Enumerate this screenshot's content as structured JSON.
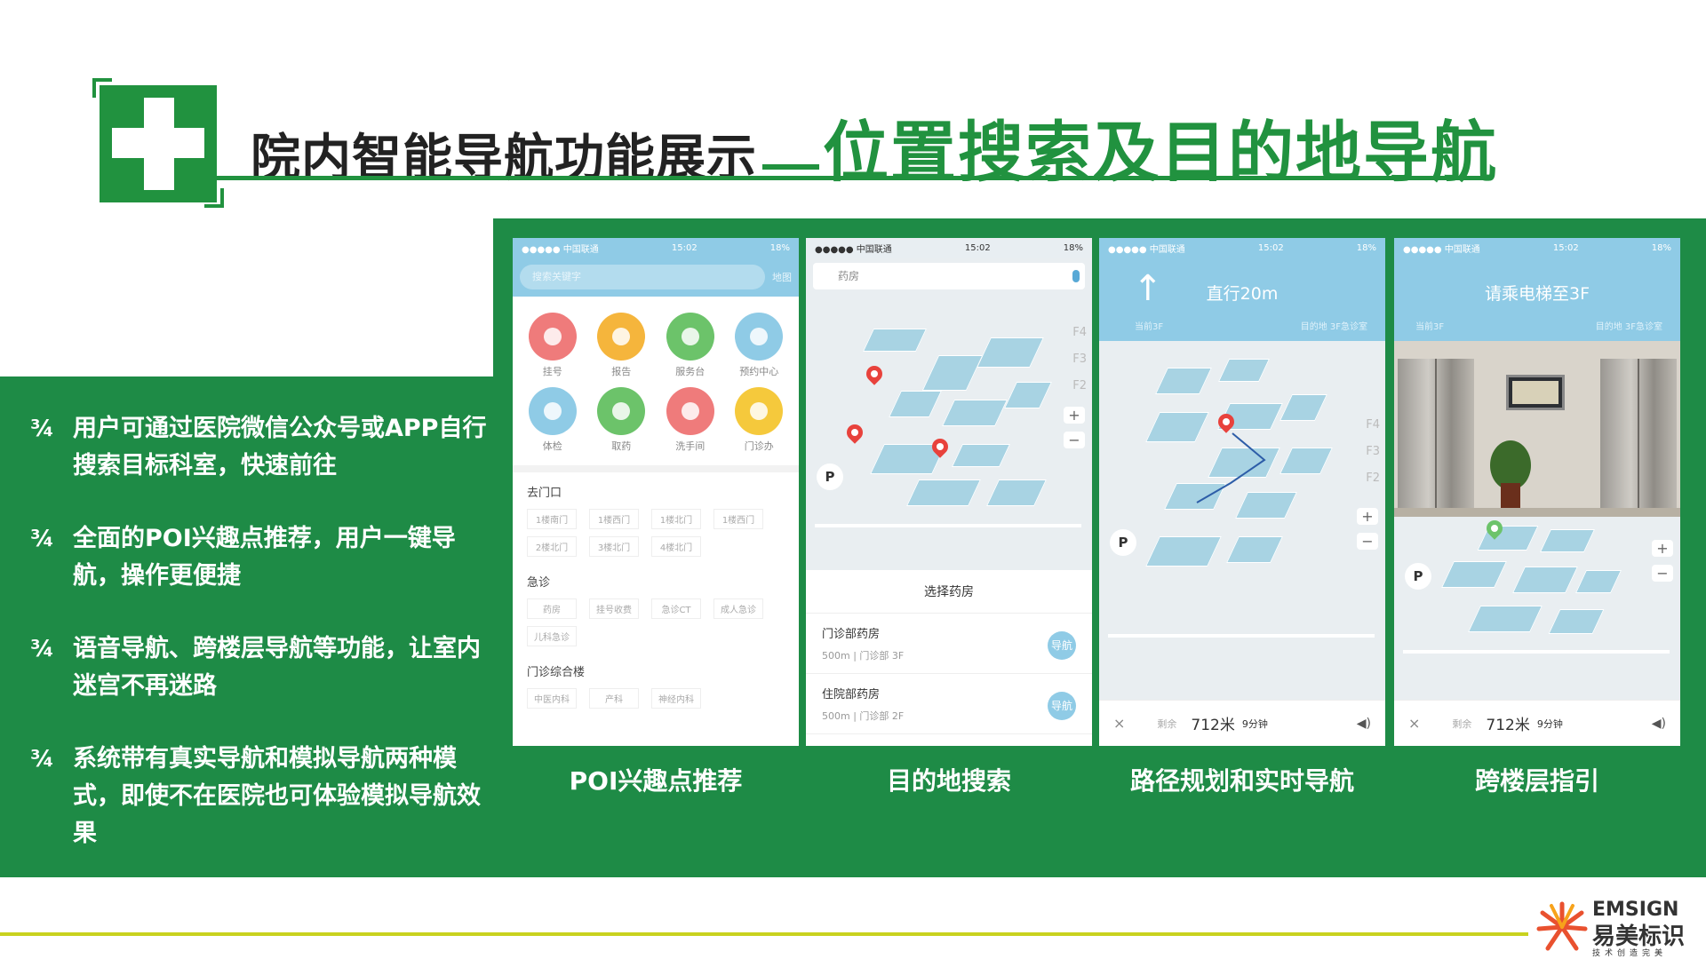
{
  "header": {
    "title_main": "院内智能导航功能展示",
    "title_highlight": "位置搜索及目的地导航",
    "logo_icon": "plus-cross-icon"
  },
  "bullets": [
    {
      "mark": "¾",
      "text": "用户可通过医院微信公众号或APP自行搜索目标科室，快速前往"
    },
    {
      "mark": "¾",
      "text": "全面的POI兴趣点推荐，用户一键导航，操作更便捷"
    },
    {
      "mark": "¾",
      "text": "语音导航、跨楼层导航等功能，让室内迷宫不再迷路"
    },
    {
      "mark": "¾",
      "text": "系统带有真实导航和模拟导航两种模式，即使不在医院也可体验模拟导航效果"
    }
  ],
  "captions": [
    "POI兴趣点推荐",
    "目的地搜索",
    "路径规划和实时导航",
    "跨楼层指引"
  ],
  "phone1": {
    "status_left": "●●●●● 中国联通",
    "status_time": "15:02",
    "status_right": "18%",
    "search_placeholder": "搜索关键字",
    "map_link": "地图",
    "grid": [
      {
        "label": "挂号",
        "color": "#ef7b7b",
        "icon": "plus-icon"
      },
      {
        "label": "报告",
        "color": "#f5b53c",
        "icon": "report-icon"
      },
      {
        "label": "服务台",
        "color": "#6cc36a",
        "icon": "heart-icon"
      },
      {
        "label": "预约中心",
        "color": "#8fcbe6",
        "icon": "clock-icon"
      },
      {
        "label": "体检",
        "color": "#8fcbe6",
        "icon": "checkup-icon"
      },
      {
        "label": "取药",
        "color": "#6cc36a",
        "icon": "pill-icon"
      },
      {
        "label": "洗手间",
        "color": "#ef7b7b",
        "icon": "restroom-icon"
      },
      {
        "label": "门诊办",
        "color": "#f5c93c",
        "icon": "person-icon"
      }
    ],
    "sections": [
      {
        "title": "去门口",
        "tags": [
          "1楼南门",
          "1楼西门",
          "1楼北门",
          "1楼西门",
          "2楼北门",
          "3楼北门",
          "4楼北门"
        ]
      },
      {
        "title": "急诊",
        "tags": [
          "药房",
          "挂号收费",
          "急诊CT",
          "成人急诊",
          "儿科急诊"
        ]
      },
      {
        "title": "门诊综合楼",
        "tags": [
          "中医内科",
          "产科",
          "神经内科"
        ]
      }
    ]
  },
  "phone2": {
    "status_left": "●●●●● 中国联通",
    "status_time": "15:02",
    "status_right": "18%",
    "search_value": "药房",
    "floors": [
      "F4",
      "F3",
      "F2"
    ],
    "list_title": "选择药房",
    "items": [
      {
        "name": "门诊部药房",
        "detail": "500m  |  门诊部 3F",
        "go": "导航"
      },
      {
        "name": "住院部药房",
        "detail": "500m  |  门诊部 2F",
        "go": "导航"
      }
    ]
  },
  "phone3": {
    "status_left": "●●●●● 中国联通",
    "status_time": "15:02",
    "status_right": "18%",
    "instruction": "直行20m",
    "current": "当前3F",
    "destination": "目的地  3F急诊室",
    "floors": [
      "F4",
      "F3",
      "F2"
    ],
    "remaining": "剩余",
    "distance": "712米",
    "time": "9分钟"
  },
  "phone4": {
    "status_left": "●●●●● 中国联通",
    "status_time": "15:02",
    "status_right": "18%",
    "instruction": "请乘电梯至3F",
    "current": "当前3F",
    "destination": "目的地  3F急诊室",
    "remaining": "剩余",
    "distance": "712米",
    "time": "9分钟"
  },
  "brand": {
    "en": "EMSIGN",
    "cn": "易美标识",
    "slogan": "技术创造完美",
    "colors": {
      "primary": "#1e8b46",
      "accent": "#c8d21e",
      "brand_orange": "#e9512f"
    }
  }
}
